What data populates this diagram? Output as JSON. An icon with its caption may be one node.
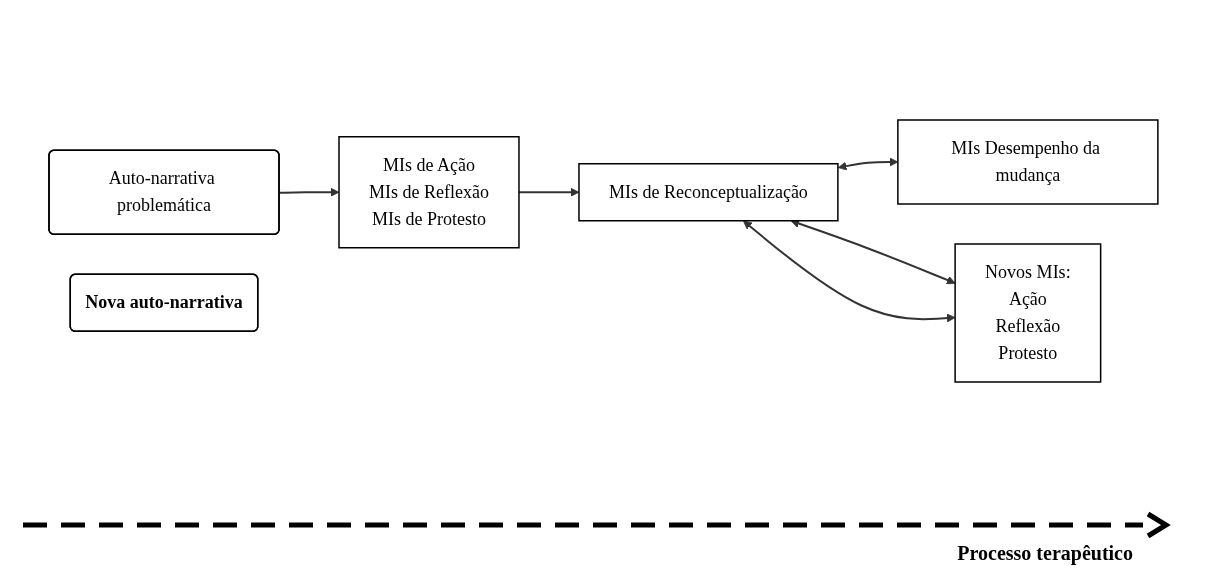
{
  "diagram": {
    "nodes": [
      {
        "text": [
          "Auto-narrativa problemática"
        ]
      },
      {
        "text": [
          "MIs de Ação",
          "MIs de Reflexão",
          "MIs de Protesto"
        ]
      },
      {
        "text": [
          "MIs de Reconceptualização"
        ]
      },
      {
        "text": [
          "MIs Desempenho da mudança"
        ]
      },
      {
        "text": [
          "Novos MIs:",
          "Ação",
          "Reflexão",
          "Protesto"
        ]
      },
      {
        "text": [
          "Nova auto-narrativa"
        ]
      }
    ],
    "edges": [
      {
        "from": 0,
        "to": 1,
        "arrow": "to"
      },
      {
        "from": 1,
        "to": 2,
        "arrow": "to"
      },
      {
        "from": 2,
        "to": 3,
        "arrow": "both"
      },
      {
        "from": 2,
        "to": 4,
        "arrow": "both"
      },
      {
        "from": 2,
        "to": 4,
        "arrow": "both"
      }
    ],
    "labels": [
      "Processo terapêutico"
    ]
  }
}
